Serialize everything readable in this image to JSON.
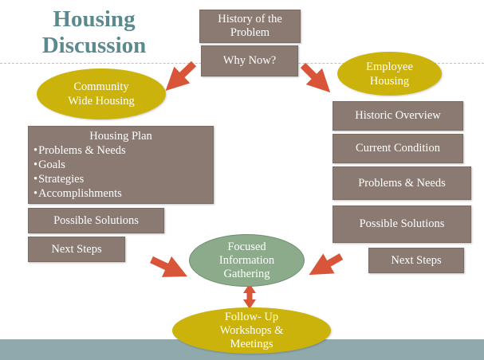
{
  "title": [
    "Housing",
    "Discussion"
  ],
  "top_boxes": {
    "history": [
      "History of the",
      "Problem"
    ],
    "why_now": "Why Now?"
  },
  "left": {
    "oval": [
      "Community",
      "Wide Housing"
    ],
    "housing_plan": {
      "title": "Housing Plan",
      "items": [
        "Problems & Needs",
        "Goals",
        "Strategies",
        "Accomplishments"
      ]
    },
    "possible_solutions": "Possible Solutions",
    "next_steps": "Next Steps"
  },
  "right": {
    "oval": [
      "Employee",
      "Housing"
    ],
    "historic_overview": "Historic Overview",
    "current_condition": "Current Condition",
    "problems_needs": "Problems & Needs",
    "possible_solutions": "Possible Solutions",
    "next_steps": "Next Steps"
  },
  "center": {
    "focused": [
      "Focused",
      "Information",
      "Gathering"
    ],
    "followup": [
      "Follow- Up",
      "Workshops &",
      "Meetings"
    ]
  },
  "colors": {
    "title_teal": "#5a8a8e",
    "box_brown": "#8a7a72",
    "oval_gold": "#ccb30c",
    "oval_green": "#8bab8b",
    "arrow_orange": "#d9553a",
    "footer_band": "#8fa9ad"
  }
}
